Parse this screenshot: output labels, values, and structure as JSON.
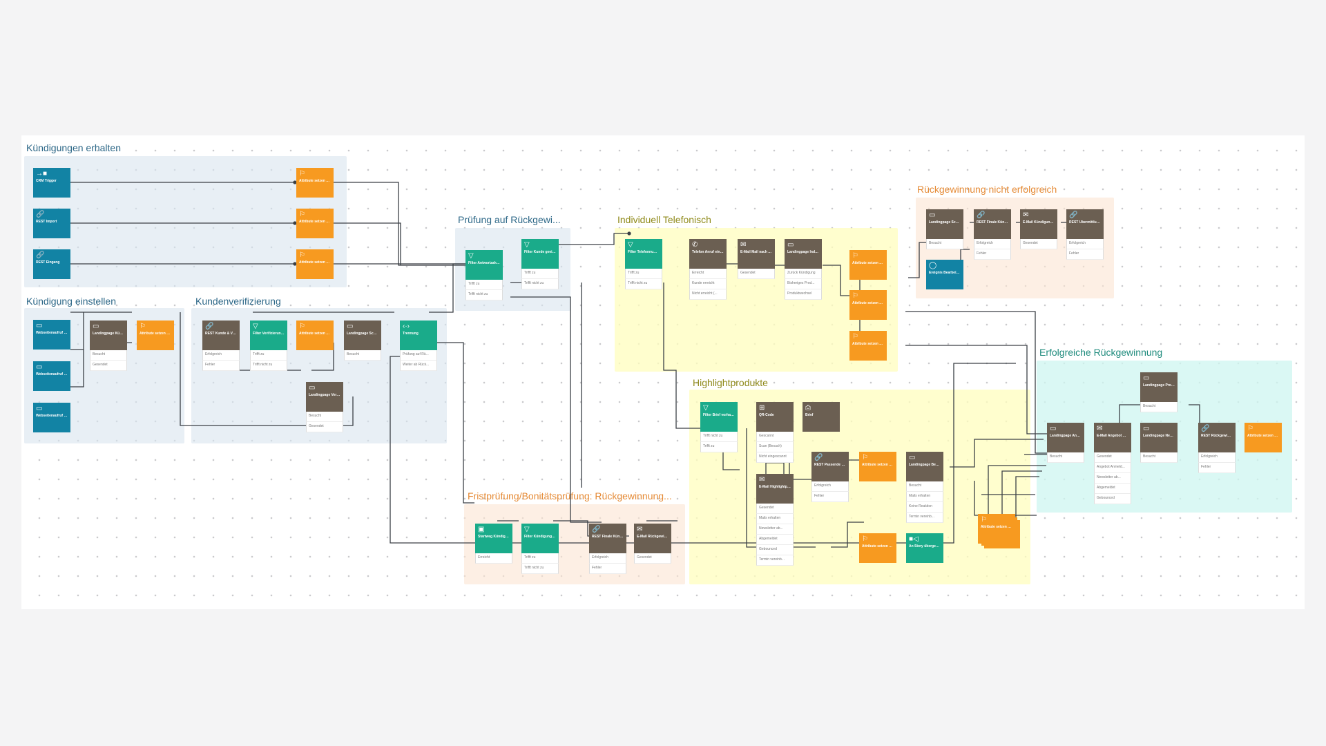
{
  "groups": {
    "g1": {
      "title": "Kündigungen erhalten"
    },
    "g2": {
      "title": "Kündigung einstellen"
    },
    "g3": {
      "title": "Kundenverifizierung"
    },
    "g4": {
      "title": "Prüfung auf Rückgewi..."
    },
    "g5": {
      "title": "Individuell Telefonisch"
    },
    "g6": {
      "title": "Rückgewinnung nicht erfolgreich"
    },
    "g7": {
      "title": "Erfolgreiche Rückgewinnung"
    },
    "g8": {
      "title": "Highlightprodukte"
    },
    "g9": {
      "title": "Fristprüfung/Bonitätsprüfung: Rückgewinnung..."
    }
  },
  "nodes": {
    "n1": {
      "icon": "→■",
      "label": "CRM Trigger",
      "outputs": []
    },
    "n2": {
      "icon": "🔗",
      "label": "REST Import",
      "outputs": []
    },
    "n3": {
      "icon": "🔗",
      "label": "REST Eingang",
      "outputs": []
    },
    "n4": {
      "icon": "⚐",
      "label": "Attribute setzen Kunde & Vertrag",
      "outputs": []
    },
    "n5": {
      "icon": "⚐",
      "label": "Attribute setzen Kunde & Vertrag",
      "outputs": []
    },
    "n6": {
      "icon": "⚐",
      "label": "Attribute setzen Kunde & Vertrag",
      "outputs": []
    },
    "n7": {
      "icon": "▭",
      "label": "Webseitenaufruf Website",
      "outputs": []
    },
    "n8": {
      "icon": "▭",
      "label": "Webseitenaufruf Kundenportal",
      "outputs": []
    },
    "n9": {
      "icon": "▭",
      "label": "Webseitenaufruf Brief",
      "outputs": []
    },
    "n10": {
      "icon": "▭",
      "label": "Landingpage Kündigung eing...",
      "outputs": [
        "Besucht",
        "Gesendet"
      ]
    },
    "n11": {
      "icon": "⚐",
      "label": "Attribute setzen Eingang",
      "outputs": []
    },
    "n12": {
      "icon": "🔗",
      "label": "REST Kunde & Vertra...",
      "outputs": [
        "Erfolgreich",
        "Fehler"
      ]
    },
    "n13": {
      "icon": "▽",
      "label": "Filter Verifizierung erfo...",
      "outputs": [
        "Trifft zu",
        "Trifft nicht zu"
      ]
    },
    "n14": {
      "icon": "⚐",
      "label": "Attribute setzen Kunde & Vertrag",
      "outputs": []
    },
    "n15": {
      "icon": "▭",
      "label": "Landingpage Schade",
      "outputs": [
        "Besucht"
      ]
    },
    "n16": {
      "icon": "‹·›",
      "label": "Trennung",
      "outputs": [
        "Prüfung auf Rü...",
        "Weiter ab Rück..."
      ]
    },
    "n17": {
      "icon": "▭",
      "label": "Landingpage Verifizierung ab...",
      "outputs": [
        "Besucht",
        "Gesendet"
      ]
    },
    "n18": {
      "icon": "▽",
      "label": "Filter Antwortzahl der R...",
      "outputs": [
        "Trifft zu",
        "Trifft nicht zu"
      ]
    },
    "n19": {
      "icon": "▽",
      "label": "Filter Kunde geeignet...",
      "outputs": [
        "Trifft zu",
        "Trifft nicht zu"
      ]
    },
    "n20": {
      "icon": "▽",
      "label": "Filter Telefonnummer...",
      "outputs": [
        "Trifft zu",
        "Trifft nicht zu"
      ]
    },
    "n21": {
      "icon": "✆",
      "label": "Telefon Anruf einstellen",
      "outputs": [
        "Erreicht",
        "Kunde erreicht",
        "Nicht erreicht (..."
      ]
    },
    "n22": {
      "icon": "✉",
      "label": "E-Mail Mail nach Anruf",
      "outputs": [
        "Gesendet"
      ]
    },
    "n23": {
      "icon": "▭",
      "label": "Landingpage Individuelle Pro...",
      "outputs": [
        "Zurück Kündigung",
        "Bisheriges Prod...",
        "Produktwechsel"
      ]
    },
    "n24": {
      "icon": "⚐",
      "label": "Attribute setzen Zurück Kündig",
      "outputs": []
    },
    "n25": {
      "icon": "⚐",
      "label": "Attribute setzen Bisheriges Prod",
      "outputs": []
    },
    "n26": {
      "icon": "⚐",
      "label": "Attribute setzen Produktwechsel",
      "outputs": []
    },
    "n27": {
      "icon": "▭",
      "label": "Landingpage Schade",
      "outputs": [
        "Besucht"
      ]
    },
    "n28": {
      "icon": "🔗",
      "label": "REST Finale Kündigung",
      "outputs": [
        "Erfolgreich",
        "Fehler"
      ]
    },
    "n29": {
      "icon": "✉",
      "label": "E-Mail Kündigungsbestät...",
      "outputs": [
        "Gesendet"
      ]
    },
    "n30": {
      "icon": "🔗",
      "label": "REST Übermittlung a...",
      "outputs": [
        "Erfolgreich",
        "Fehler"
      ]
    },
    "n31": {
      "icon": "◯",
      "label": "Ereignis Bearbeitete",
      "outputs": []
    },
    "n32": {
      "icon": "▭",
      "label": "Landingpage Produkt behalten",
      "outputs": [
        "Besucht"
      ]
    },
    "n33": {
      "icon": "▭",
      "label": "Landingpage Angebot gewählt",
      "outputs": [
        "Besucht"
      ]
    },
    "n34": {
      "icon": "✉",
      "label": "E-Mail Angebot Antwort...",
      "outputs": [
        "Gesendet",
        "Angebot Anmeld...",
        "Newsletter ab...",
        "Abgemeldet",
        "Gebounced"
      ]
    },
    "n35": {
      "icon": "▭",
      "label": "Landingpage Neues Produkt",
      "outputs": [
        "Besucht"
      ]
    },
    "n36": {
      "icon": "🔗",
      "label": "REST Rückgewinnung...",
      "outputs": [
        "Erfolgreich",
        "Fehler"
      ]
    },
    "n37": {
      "icon": "⚐",
      "label": "Attribute setzen Rückgewinnung...",
      "outputs": []
    },
    "n38": {
      "icon": "▽",
      "label": "Filter Brief vorhanden?",
      "outputs": [
        "Trifft nicht zu",
        "Trifft zu"
      ]
    },
    "n39": {
      "icon": "⊞",
      "label": "QR-Code",
      "outputs": [
        "Gescannt",
        "Scan (Besuch)",
        "Nicht eingescannt"
      ]
    },
    "n40": {
      "icon": "⎙",
      "label": "Brief",
      "outputs": []
    },
    "n41": {
      "icon": "✉",
      "label": "E-Mail Highlightprodu...",
      "outputs": [
        "Gesendet",
        "Mails erhalten",
        "Newsletter ab...",
        "Abgemeldet",
        "Gebounced",
        "Termin vereinb..."
      ]
    },
    "n42": {
      "icon": "🔗",
      "label": "REST Passende Highli...",
      "outputs": [
        "Erfolgreich",
        "Fehler"
      ]
    },
    "n43": {
      "icon": "⚐",
      "label": "Attribute setzen Highlightprodu...",
      "outputs": []
    },
    "n44": {
      "icon": "▭",
      "label": "Landingpage Bestätigung",
      "outputs": [
        "Besucht",
        "Mails erhalten",
        "Keine Reaktion",
        "Termin vereinb..."
      ]
    },
    "n45": {
      "icon": "⚐",
      "label": "Attribute setzen Verbunden",
      "outputs": []
    },
    "n46": {
      "icon": "■◁",
      "label": "An Story übergeben",
      "outputs": []
    },
    "n47": {
      "icon": "⚐",
      "label": "Attribute setzen Automatisier R...",
      "outputs": []
    },
    "n48": {
      "icon": "▣",
      "label": "Startweg Kündigungsdatum",
      "outputs": [
        "Erreicht"
      ]
    },
    "n49": {
      "icon": "▽",
      "label": "Filter Kündigung abg...",
      "outputs": [
        "Trifft zu",
        "Trifft nicht zu"
      ]
    },
    "n50": {
      "icon": "🔗",
      "label": "REST Finale Kündigung",
      "outputs": [
        "Erfolgreich",
        "Fehler"
      ]
    },
    "n51": {
      "icon": "✉",
      "label": "E-Mail Rückgewinnung...",
      "outputs": [
        "Gesendet"
      ]
    }
  },
  "colors": {
    "brown": "#6b5f52",
    "orange": "#f79a20",
    "green": "#1aab8a",
    "blue": "#1283a4",
    "connector": "#3a3f45"
  }
}
